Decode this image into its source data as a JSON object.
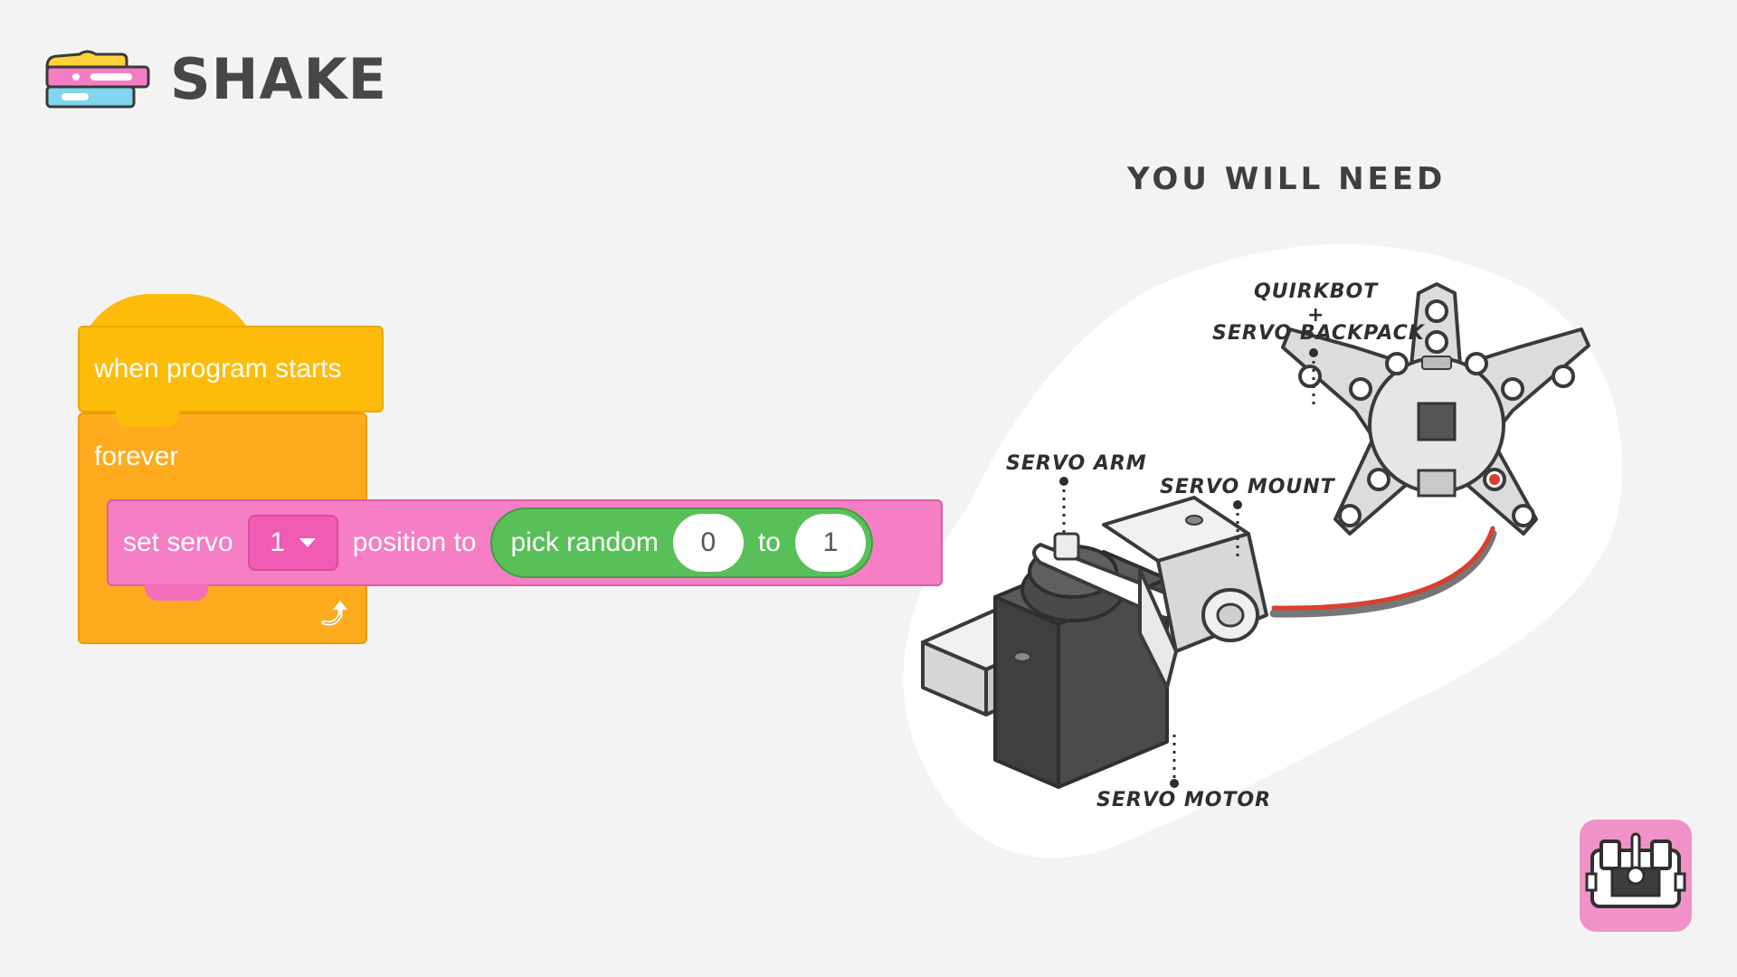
{
  "header": {
    "title": "SHAKE",
    "logo_icon": "code-blocks-icon"
  },
  "requirements": {
    "title": "YOU WILL NEED",
    "labels": {
      "quirkbot": "QUIRKBOT",
      "plus": "+",
      "servo_backpack": "SERVO BACKPACK",
      "servo_arm": "SERVO ARM",
      "servo_mount": "SERVO MOUNT",
      "servo_motor": "SERVO MOTOR"
    }
  },
  "program": {
    "hat_label": "when program starts",
    "forever_label": "forever",
    "set_servo_label": "set servo",
    "servo_value": "1",
    "position_label": "position to",
    "random_label": "pick random",
    "random_from": "0",
    "random_to_label": "to",
    "random_to": "1"
  },
  "colors": {
    "events": "#fdbc0a",
    "control": "#ffab1f",
    "servo": "#f57ec5",
    "operators": "#59c059",
    "badge": "#f092c8"
  },
  "badge": {
    "icon": "servo-mount-icon"
  }
}
